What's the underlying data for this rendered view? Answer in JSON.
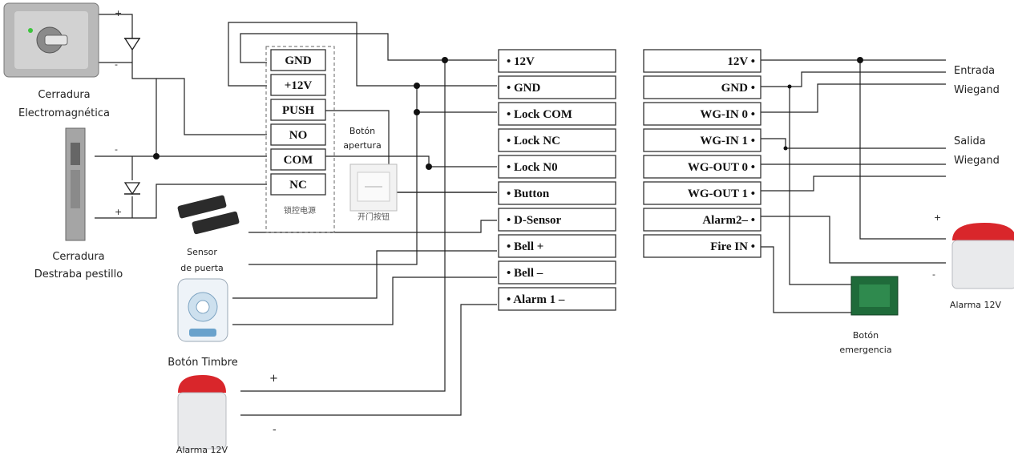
{
  "controller_left": {
    "terminals": [
      "12V",
      "GND",
      "Lock COM",
      "Lock NC",
      "Lock N0",
      "Button",
      "D-Sensor",
      "Bell +",
      "Bell –",
      "Alarm 1 –"
    ]
  },
  "controller_right": {
    "terminals": [
      "12V",
      "GND",
      "WG-IN 0",
      "WG-IN 1",
      "WG-OUT 0",
      "WG-OUT 1",
      "Alarm2–",
      "Fire IN"
    ]
  },
  "power_supply": {
    "terminals": [
      "GND",
      "+12V",
      "PUSH",
      "NO",
      "COM",
      "NC"
    ],
    "caption": "锁控电源"
  },
  "labels": {
    "em_lock": [
      "Cerradura",
      "Electromagnética"
    ],
    "strike_lock": [
      "Cerradura",
      "Destraba pestillo"
    ],
    "door_sensor": [
      "Sensor",
      "de puerta"
    ],
    "open_button": [
      "Botón",
      "apertura"
    ],
    "open_button_cn": "开门按钮",
    "bell_button": "Botón Timbre",
    "alarm_left": "Alarma 12V",
    "alarm_right": "Alarma 12V",
    "emergency": [
      "Botón",
      "emergencia"
    ],
    "wiegand_in": [
      "Entrada",
      "Wiegand"
    ],
    "wiegand_out": [
      "Salida",
      "Wiegand"
    ]
  },
  "polarity": {
    "plus": "+",
    "minus": "-"
  },
  "colors": {
    "wire": "#222222",
    "alarm_red": "#d9262b",
    "emergency_green": "#1f6b3a"
  }
}
